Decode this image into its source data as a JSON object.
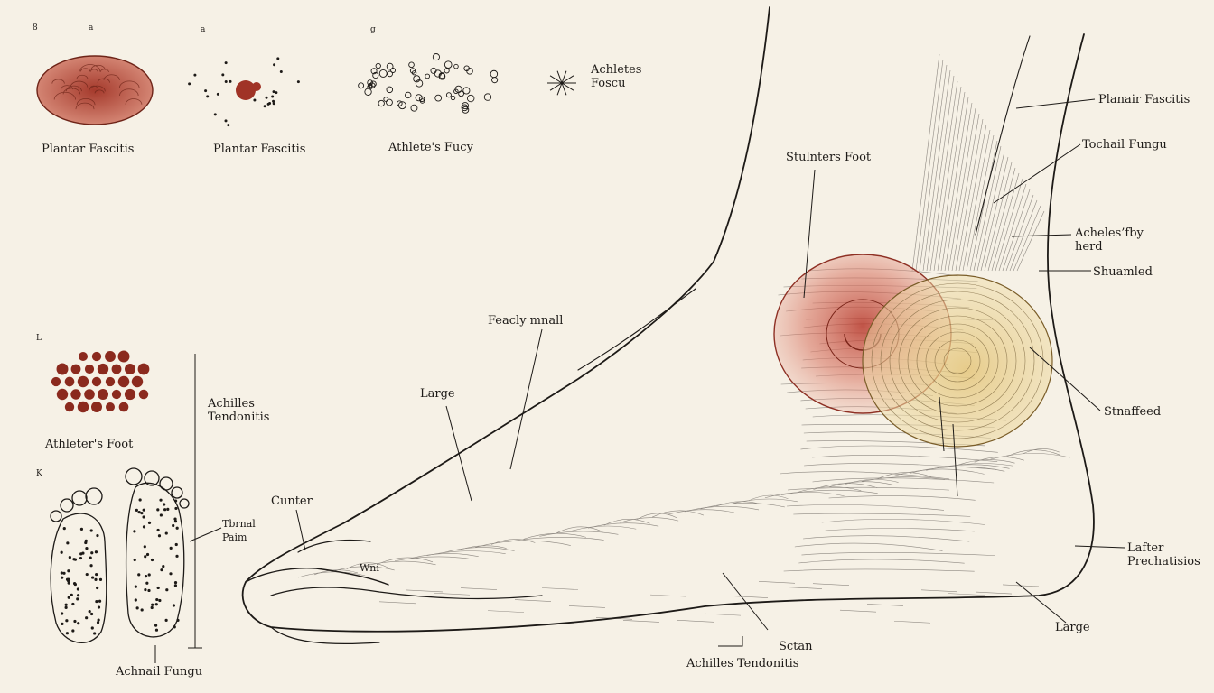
{
  "colors": {
    "paper": "#f6f1e6",
    "ink": "#1d1a17",
    "inflammation_red": "#c0483a",
    "swelling_yellow": "#e9d08a",
    "lesion_brown": "#8b2a1e"
  },
  "specimens": {
    "panel1": {
      "letter": "8",
      "mark": "a",
      "label": "Plantar Fascitis"
    },
    "panel2": {
      "mark": "a",
      "label": "Plantar Fascitis"
    },
    "panel3": {
      "letter": "g",
      "label": "Athlete's Fucy"
    },
    "panel4": {
      "label": "Achletes\nFoscu"
    },
    "panel5": {
      "letter": "L",
      "label": "Athleter's Foot"
    },
    "panel6": {
      "letter": "K",
      "label": "Achnail Fungu"
    },
    "side_label": "Achilles\nTendonitis",
    "sole_label": "Tbrnal\nPaim"
  },
  "callouts": {
    "stulnters_foot": "Stulnters   Foot",
    "plantar_fascitis": "Planair Fascitis",
    "tochail_fungu": "Tochail Fungu",
    "acheles_fby_herd": "Acheles’fby\nherd",
    "shuamled": "Shuamled",
    "feacly_mnall": "Feacly mnall",
    "large_top": "Large",
    "stnaffeed": "Stnaffeed",
    "cunter": "Cunter",
    "lafter_prechatisios": "Lafter\nPrechatisios",
    "large_bottom": "Large",
    "sctan": "Sctan",
    "achilles_tendonitis": "Achilles Tendonitis",
    "wni": "Wni"
  }
}
